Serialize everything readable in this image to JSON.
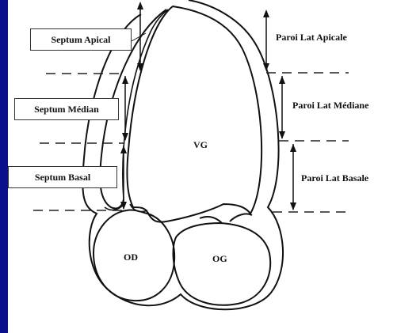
{
  "segments": {
    "septum_apical": "Septum Apical",
    "septum_median": "Septum Médian",
    "septum_basal": "Septum Basal",
    "paroi_apicale": "Paroi Lat Apicale",
    "paroi_mediane": "Paroi Lat Médiane",
    "paroi_basale": "Paroi Lat Basale"
  },
  "chambers": {
    "vg": "VG",
    "od": "OD",
    "og": "OG"
  },
  "colors": {
    "background": "#0a0f8c",
    "panel": "#ffffff",
    "lines": "#111111"
  }
}
